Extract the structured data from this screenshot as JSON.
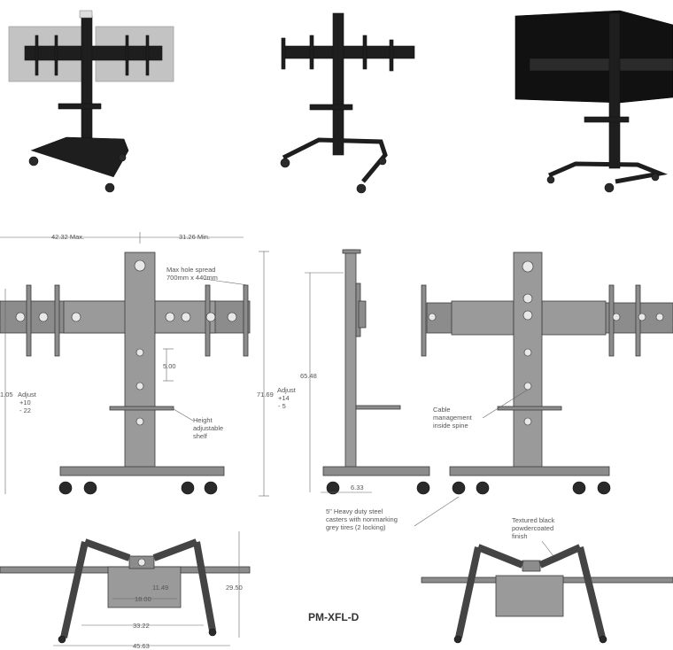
{
  "model": "PM-XFL-D",
  "front_view": {
    "overall_width": "42.32 Max.",
    "min_width": "31.26 Min.",
    "hole_spread_line1": "Max hole spread",
    "hole_spread_line2": "700mm x 440mm",
    "increment": "5.00",
    "height_value": "1.05",
    "adjust_label": "Adjust",
    "adjust_plus": "+10",
    "adjust_minus": "- 22",
    "shelf_line1": "Height",
    "shelf_line2": "adjustable",
    "shelf_line3": "shelf"
  },
  "side_view": {
    "overall_height": "71.69",
    "adjust_label": "Adjust",
    "adjust_plus": "+14",
    "adjust_minus": "- 5",
    "mount_height": "65.48",
    "base_depth": "6.33"
  },
  "rear_view": {
    "cable_line1": "Cable",
    "cable_line2": "management",
    "cable_line3": "inside spine"
  },
  "caster_note": {
    "line1": "5\" Heavy duty steel",
    "line2": "casters with nonmarking",
    "line3": "grey tires (2 locking)"
  },
  "finish_note": {
    "line1": "Textured black",
    "line2": "powdercoated",
    "line3": "finish"
  },
  "top_view": {
    "depth": "29.50",
    "tray_depth": "11.49",
    "tray_width": "18.00",
    "inner_width": "33.22",
    "outer_width": "45.63"
  }
}
